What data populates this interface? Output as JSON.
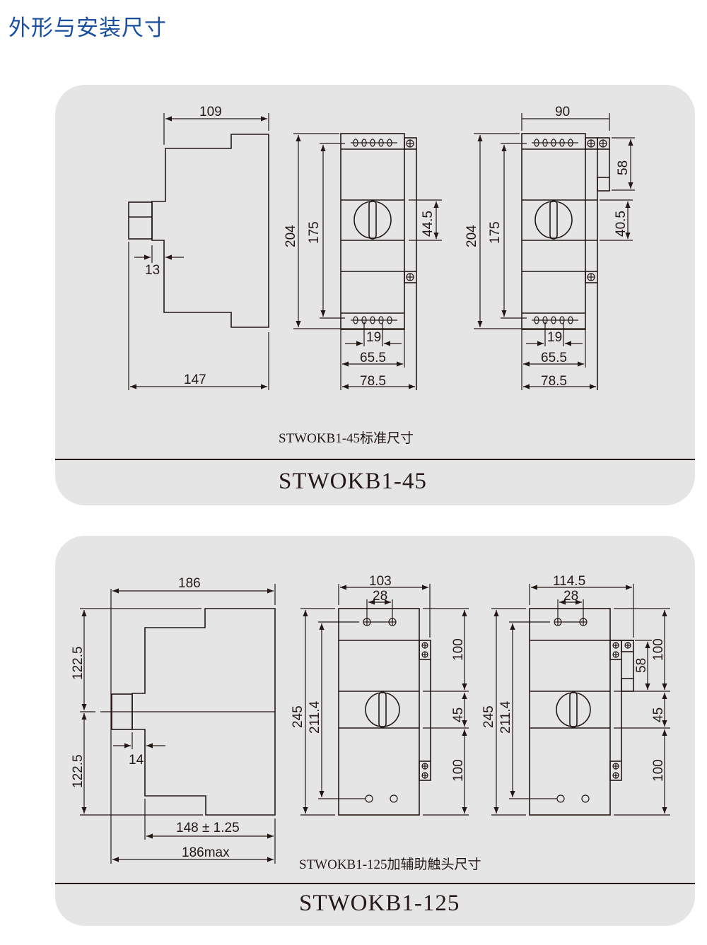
{
  "page_title": "外形与安装尺寸",
  "panels": [
    {
      "caption": "STWOKB1-45标准尺寸",
      "model": "STWOKB1-45",
      "side_view": {
        "top_depth": "109",
        "step": "13",
        "total_depth": "147"
      },
      "front_view_standard": {
        "height_total": "204",
        "mount_height": "175",
        "handle_zone": "44.5",
        "terminal_pitch": "19",
        "body_width": "65.5",
        "total_width": "78.5"
      },
      "front_view_aux": {
        "width_top": "90",
        "aux_height": "58",
        "handle_zone": "40.5",
        "height_total": "204",
        "mount_height": "175",
        "terminal_pitch": "19",
        "body_width": "65.5",
        "total_width": "78.5"
      }
    },
    {
      "caption": "STWOKB1-125加辅助触头尺寸",
      "model": "STWOKB1-125",
      "side_view": {
        "top_depth": "186",
        "half_height_upper": "122.5",
        "half_height_lower": "122.5",
        "step": "14",
        "rail_depth": "148 ± 1.25",
        "max_depth": "186max"
      },
      "front_view_standard": {
        "width": "103",
        "hole_pitch": "28",
        "height_total": "245",
        "mount_height": "211.4",
        "upper": "100",
        "handle_zone": "45",
        "lower": "100"
      },
      "front_view_aux": {
        "width": "114.5",
        "hole_pitch": "28",
        "height_total": "245",
        "mount_height": "211.4",
        "upper": "100",
        "aux_height": "58",
        "handle_zone": "45",
        "lower": "100"
      }
    }
  ],
  "colors": {
    "title": "#1a4fa0",
    "panel_bg": "#e5e5e6",
    "line": "#231815"
  }
}
